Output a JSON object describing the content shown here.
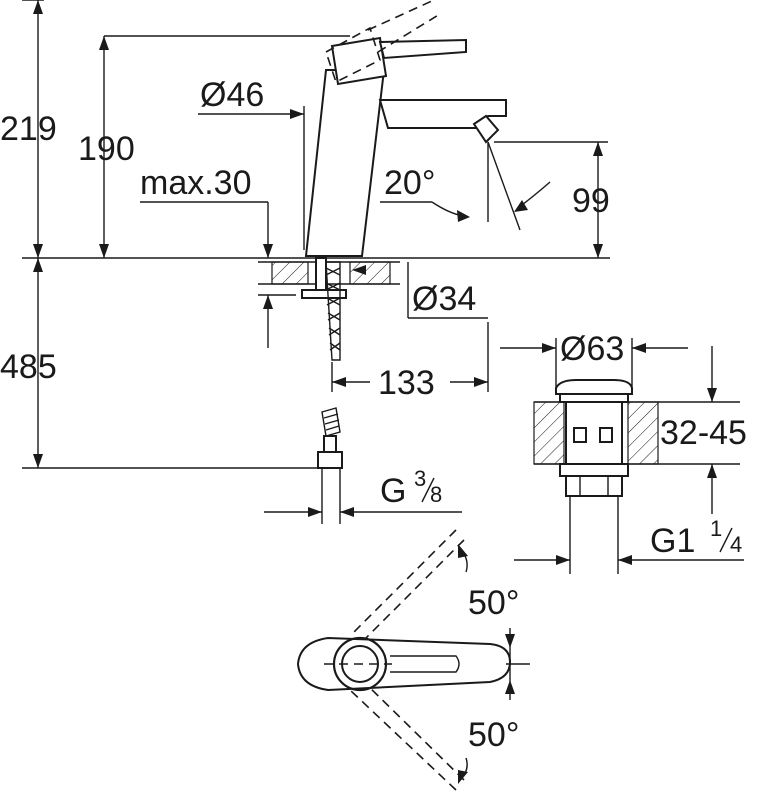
{
  "dimensions": {
    "total_height": "219",
    "spout_height": "190",
    "bore_diameter": "Ø46",
    "max_thickness": "max.30",
    "spout_angle": "20°",
    "outlet_height": "99",
    "hole_diameter": "Ø34",
    "reach": "133",
    "hose_length": "485",
    "waste_diameter": "Ø63",
    "basin_thickness": "32-45",
    "swivel_angle_top": "50°",
    "swivel_angle_bottom": "50°"
  },
  "connections": {
    "hose_thread_main": "G",
    "hose_thread_num": "3",
    "hose_thread_den": "8",
    "waste_thread_main": "G1",
    "waste_thread_num": "1",
    "waste_thread_den": "4"
  }
}
